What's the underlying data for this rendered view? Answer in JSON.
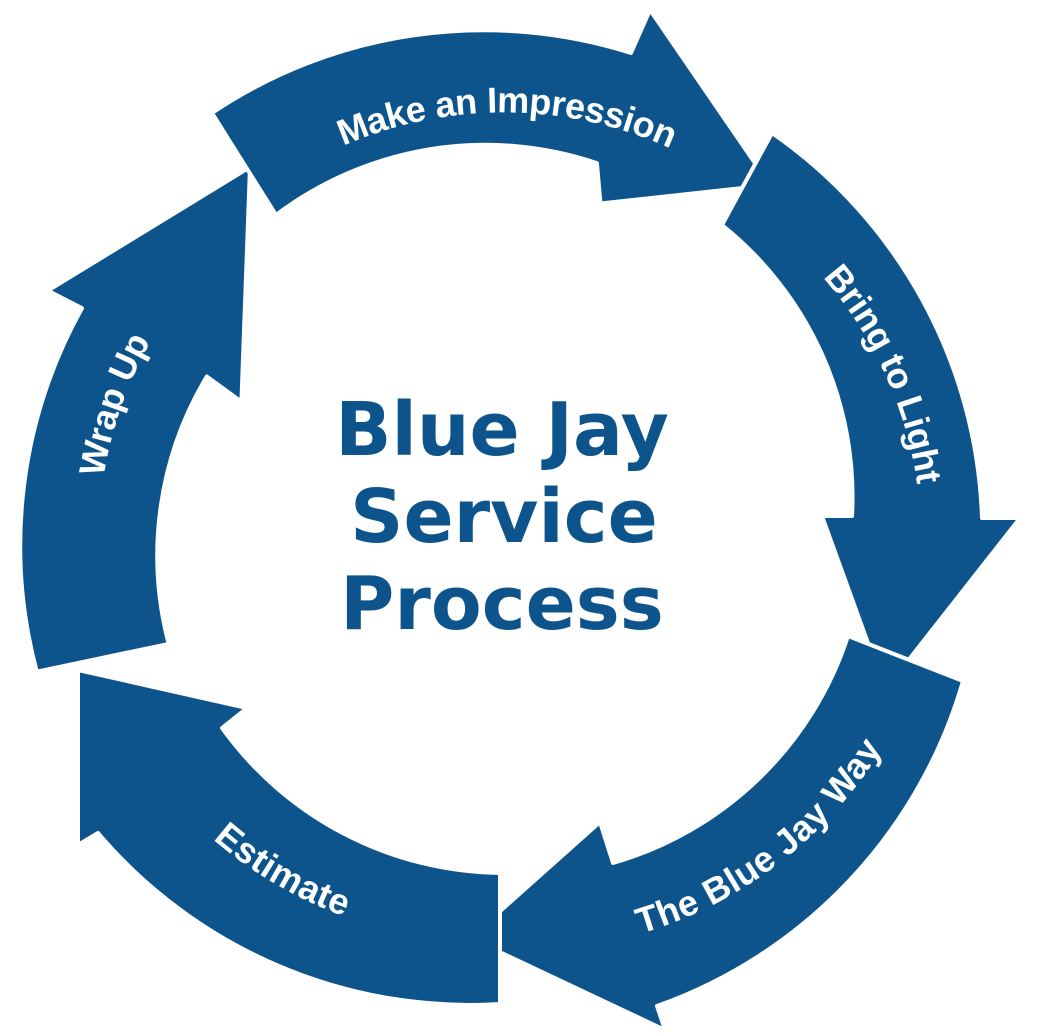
{
  "colors": {
    "arrow": "#0d548c",
    "title": "#0d548c",
    "label": "#ffffff",
    "background": "#ffffff"
  },
  "title": {
    "line1": "Blue Jay",
    "line2": "Service",
    "line3": "Process"
  },
  "steps": [
    {
      "label": "Make an Impression"
    },
    {
      "label": "Bring to Light"
    },
    {
      "label": "The Blue  Jay Way"
    },
    {
      "label": "Estimate"
    },
    {
      "label": "Wrap Up"
    }
  ]
}
